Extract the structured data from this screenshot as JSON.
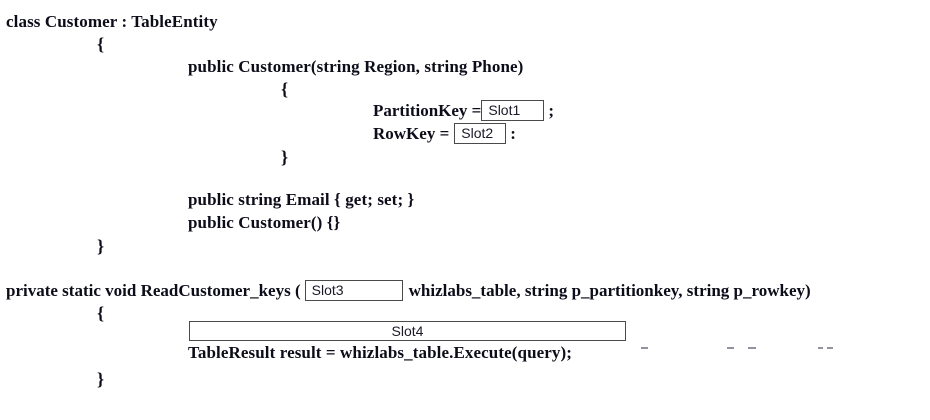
{
  "document": {
    "title": "Azure Table Storage C# code with answer slots",
    "language": "csharp"
  },
  "code": {
    "line_class_decl": "class Customer : TableEntity",
    "brace_class_open": "{",
    "line_ctor_signature": "public Customer(string Region, string Phone)",
    "brace_ctor_open": "{",
    "partition": {
      "prefix": "PartitionKey =",
      "suffix": ";"
    },
    "rowkey": {
      "prefix": "RowKey =",
      "suffix": ":"
    },
    "brace_ctor_close": "}",
    "line_email_property": "public string Email { get; set; }",
    "line_ctor_default": "public Customer() {}",
    "brace_class_close": "}",
    "method": {
      "prefix": "private static void ReadCustomer_keys (",
      "suffix": "whizlabs_table, string p_partitionkey, string p_rowkey)"
    },
    "brace_method_open": "{",
    "line_tableresult": "TableResult result = whizlabs_table.Execute(query);",
    "brace_method_close": "}"
  },
  "slots": [
    {
      "id": "slot1",
      "label": "Slot1"
    },
    {
      "id": "slot2",
      "label": "Slot2"
    },
    {
      "id": "slot3",
      "label": "Slot3"
    },
    {
      "id": "slot4",
      "label": "Slot4"
    }
  ],
  "colors": {
    "text": "#0d0d1a",
    "slot_border": "#4a4a4a",
    "slot_text": "#1a1a28",
    "background": "#ffffff"
  }
}
